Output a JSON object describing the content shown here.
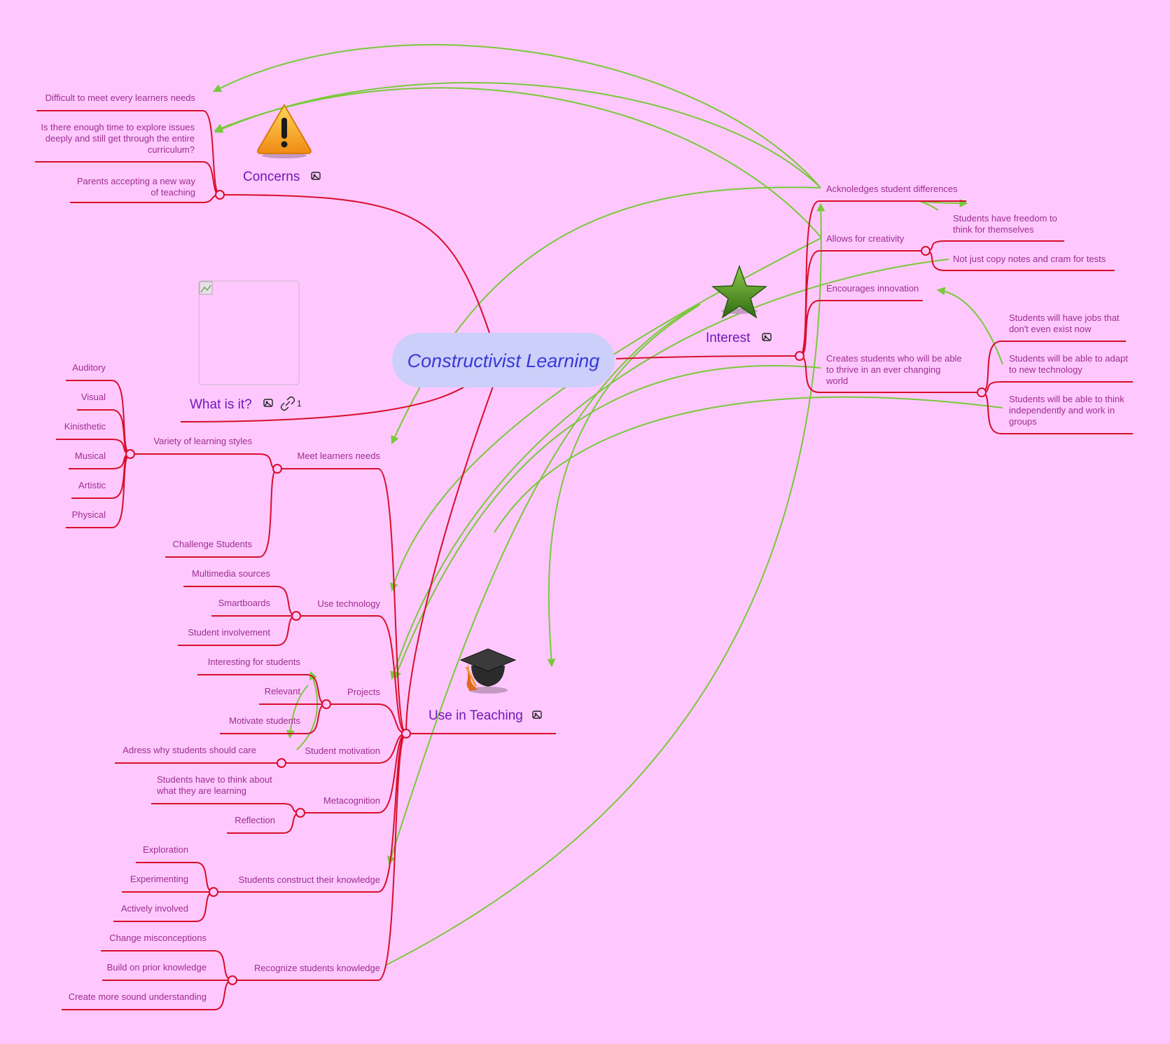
{
  "colors": {
    "background": "#fec8fe",
    "branch_line": "#d90d2b",
    "relationship_line": "#78c93a",
    "leaf_text": "#9c2e8e",
    "branch_text": "#7216b8",
    "central_fill": "#cbcffa",
    "central_text": "#3a38d8"
  },
  "central": {
    "label": "Constructivist Learning"
  },
  "concerns": {
    "label": "Concerns",
    "icon": "warning-icon",
    "items": [
      {
        "lines": [
          "Difficult to meet every learners needs"
        ]
      },
      {
        "lines": [
          "Is there enough time to explore issues",
          "deeply and still get through the entire",
          "curriculum?"
        ]
      },
      {
        "lines": [
          "Parents accepting a new way",
          "of teaching"
        ]
      }
    ]
  },
  "what_is_it": {
    "label": "What is it?",
    "link_count": "1",
    "icon": "broken-image-icon"
  },
  "interest": {
    "label": "Interest",
    "icon": "star-icon",
    "items": [
      {
        "lines": [
          "Acknoledges student differences"
        ]
      },
      {
        "lines": [
          "Allows for creativity"
        ],
        "children": [
          {
            "lines": [
              "Students have freedom to",
              "think for themselves"
            ]
          },
          {
            "lines": [
              "Not just copy notes and cram for tests"
            ]
          }
        ]
      },
      {
        "lines": [
          "Encourages innovation"
        ]
      },
      {
        "lines": [
          "Creates students who will be able",
          "to thrive in an ever changing",
          "world"
        ],
        "children": [
          {
            "lines": [
              "Students will have jobs that",
              "don't even exist now"
            ]
          },
          {
            "lines": [
              "Students will be able to adapt",
              "to new technology"
            ]
          },
          {
            "lines": [
              "Students will be able to think",
              "independently and work in",
              "groups"
            ]
          }
        ]
      }
    ]
  },
  "use_in_teaching": {
    "label": "Use in Teaching",
    "icon": "graduation-cap-icon",
    "items": [
      {
        "label": "Meet learners needs",
        "children": [
          {
            "label": "Variety of learning styles",
            "children": [
              "Auditory",
              "Visual",
              "Kinisthetic",
              "Musical",
              "Artistic",
              "Physical"
            ]
          },
          {
            "label": "Challenge Students"
          }
        ]
      },
      {
        "label": "Use technology",
        "children": [
          "Multimedia sources",
          "Smartboards",
          "Student involvement"
        ]
      },
      {
        "label": "Projects",
        "children": [
          "Interesting for students",
          "Relevant",
          "Motivate students"
        ]
      },
      {
        "label": "Student motivation",
        "children": [
          "Adress why students should care"
        ]
      },
      {
        "label": "Metacognition",
        "children": [
          [
            "Students have to think about",
            "what they are learning"
          ],
          "Reflection"
        ]
      },
      {
        "label": "Students construct their knowledge",
        "children": [
          "Exploration",
          "Experimenting",
          "Actively involved"
        ]
      },
      {
        "label": "Recognize students knowledge",
        "children": [
          "Change misconceptions",
          "Build on prior knowledge",
          "Create more sound understanding"
        ]
      }
    ]
  }
}
